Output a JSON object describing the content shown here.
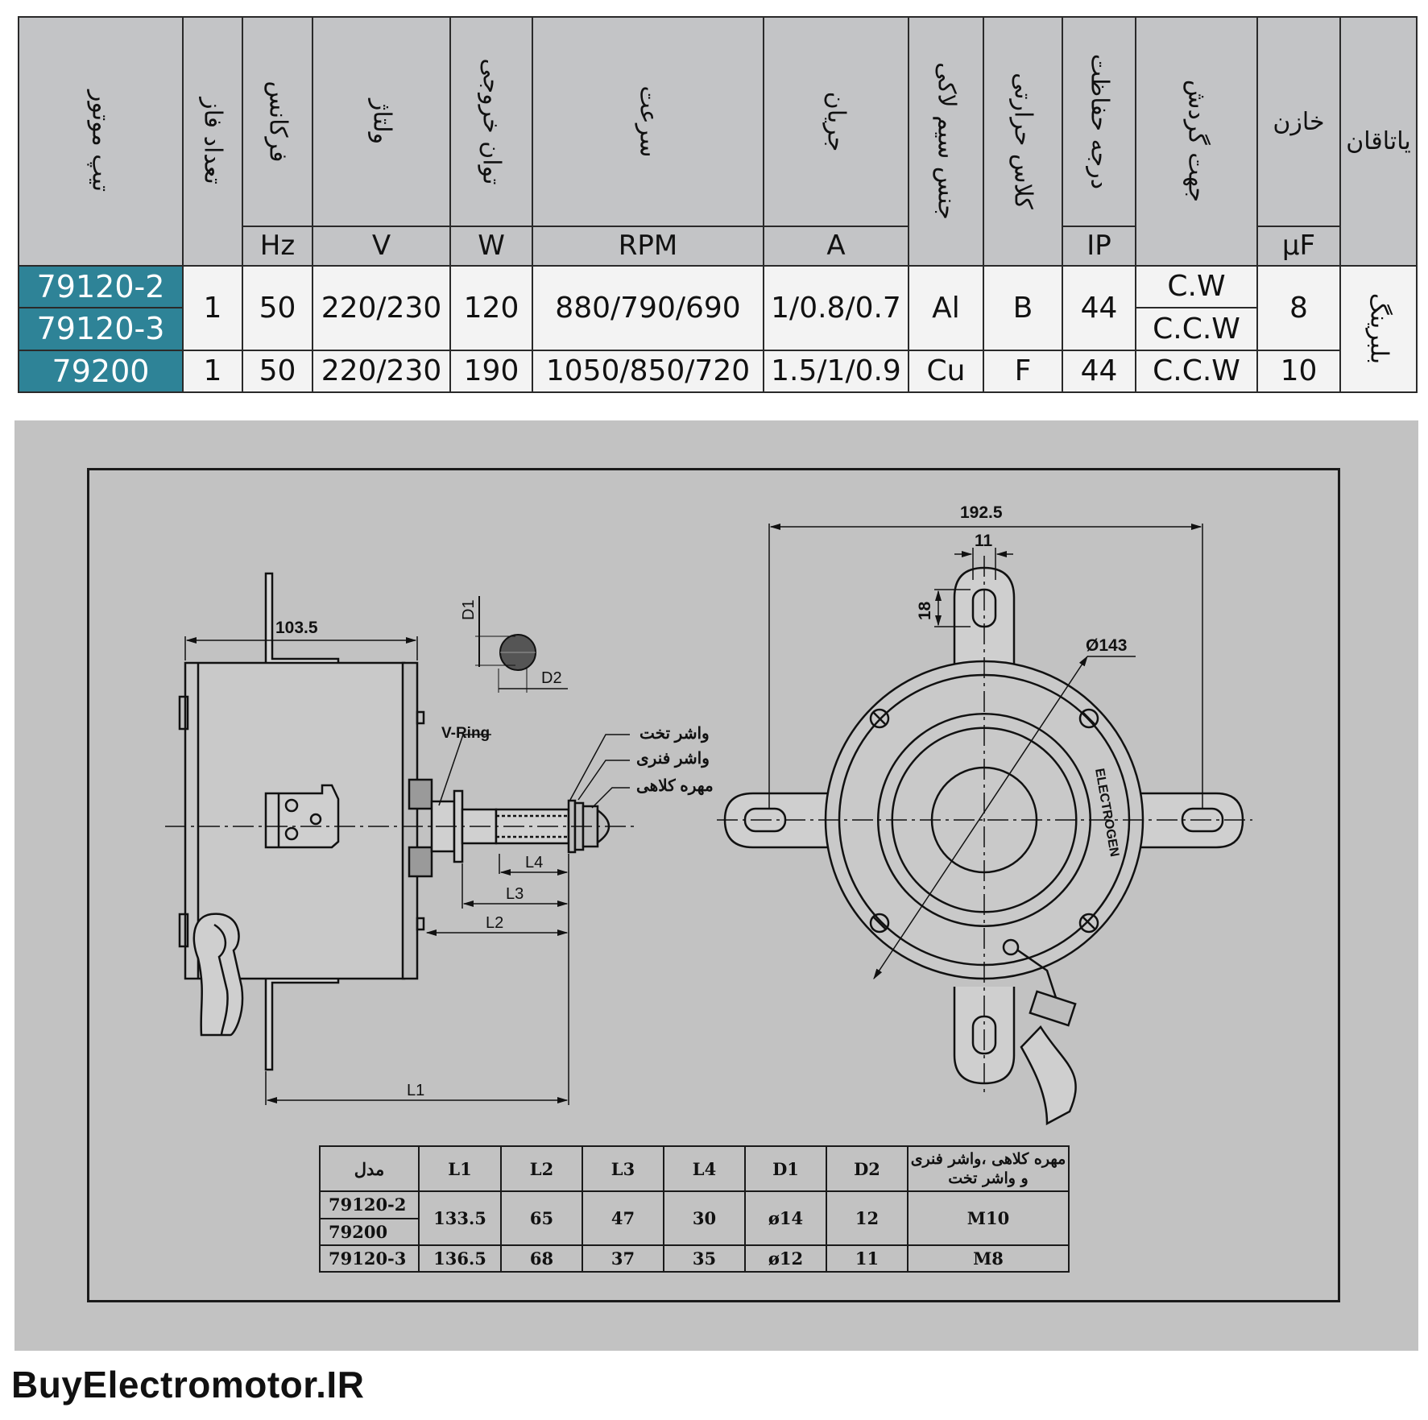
{
  "spec_table": {
    "headers": {
      "motor_type": "تیپ موتور",
      "phases": "تعداد فاز",
      "frequency": "فرکانس",
      "voltage": "ولتاژ",
      "output_power": "توان خروجی",
      "speed": "سرعت",
      "current": "جریان",
      "wire_material": "جنس سیم لاکی",
      "thermal_class": "کلاس حرارتی",
      "protection_degree": "درجه حفاظت",
      "rotation": "جهت گردش",
      "capacitor": "خازن",
      "bearing": "یاتاقان"
    },
    "units": {
      "frequency": "Hz",
      "voltage": "V",
      "output_power": "W",
      "speed": "RPM",
      "current": "A",
      "protection_degree": "IP",
      "capacitor": "μF"
    },
    "groups": [
      {
        "models": [
          "79120-2",
          "79120-3"
        ],
        "phases": "1",
        "frequency": "50",
        "voltage": "220/230",
        "power": "120",
        "speed": "880/790/690",
        "current": "1/0.8/0.7",
        "wire": "Al",
        "thermal_class": "B",
        "ip": "44",
        "rotation": [
          "C.W",
          "C.C.W"
        ],
        "capacitor": "8"
      },
      {
        "models": [
          "79200"
        ],
        "phases": "1",
        "frequency": "50",
        "voltage": "220/230",
        "power": "190",
        "speed": "1050/850/720",
        "current": "1.5/1/0.9",
        "wire": "Cu",
        "thermal_class": "F",
        "ip": "44",
        "rotation": [
          "C.C.W"
        ],
        "capacitor": "10"
      }
    ],
    "bearing_value": "بلبرینگ"
  },
  "drawing": {
    "dims": {
      "overall_width": "192.5",
      "slot_width": "11",
      "slot_length": "18",
      "diameter": "Ø143",
      "body_length": "103.5",
      "L1": "L1",
      "L2": "L2",
      "L3": "L3",
      "L4": "L4",
      "D1": "D1",
      "D2": "D2"
    },
    "labels": {
      "v_ring": "V-Ring",
      "flat_washer": "واشر تخت",
      "spring_washer": "واشر فنری",
      "cap_nut": "مهره کلاهی",
      "brand_stamp": "ELECTROGEN"
    }
  },
  "dim_table": {
    "headers": [
      "مدل",
      "L1",
      "L2",
      "L3",
      "L4",
      "D1",
      "D2"
    ],
    "nut_header_line1": "مهره کلاهی ،واشر فنری",
    "nut_header_line2": "و واشر تخت",
    "rows": [
      {
        "models": [
          "79120-2",
          "79200"
        ],
        "L1": "133.5",
        "L2": "65",
        "L3": "47",
        "L4": "30",
        "D1": "ø14",
        "D2": "12",
        "nut": "M10"
      },
      {
        "models": [
          "79120-3"
        ],
        "L1": "136.5",
        "L2": "68",
        "L3": "37",
        "L4": "35",
        "D1": "ø12",
        "D2": "11",
        "nut": "M8"
      }
    ]
  },
  "footer": {
    "brand": "BuyElectromotor.IR"
  }
}
